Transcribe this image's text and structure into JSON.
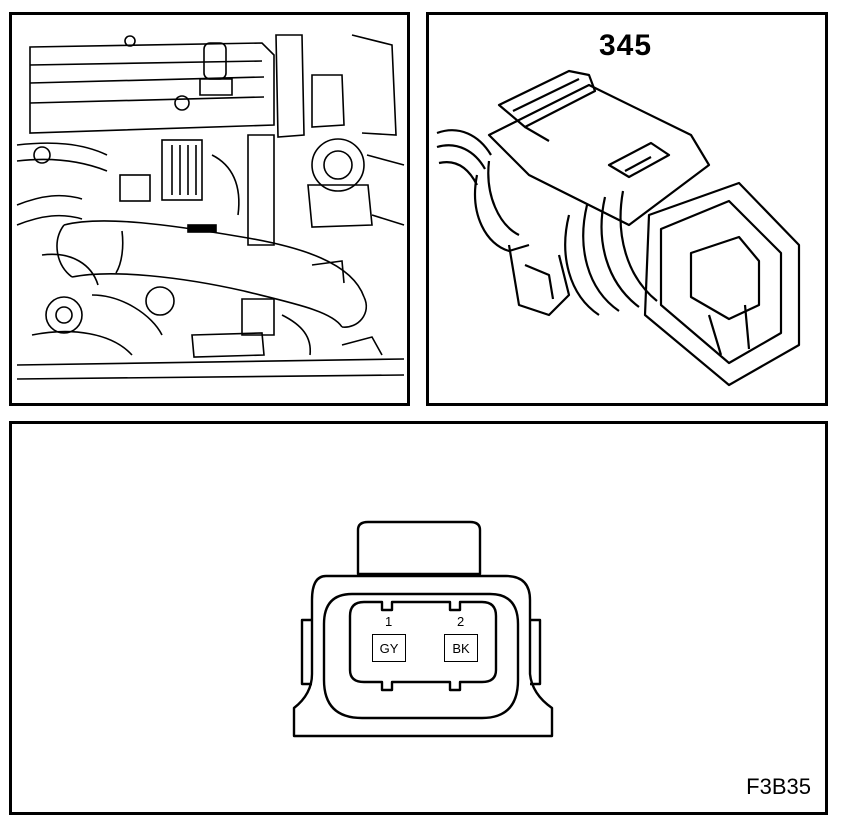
{
  "connector": {
    "number": "345"
  },
  "pinout": {
    "pins": [
      {
        "number": "1",
        "color": "GY"
      },
      {
        "number": "2",
        "color": "BK"
      }
    ]
  },
  "figure_id": "F3B35"
}
